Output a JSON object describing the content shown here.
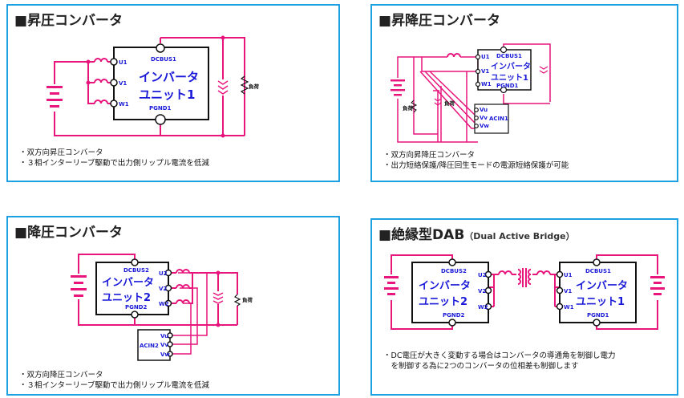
{
  "panels": [
    {
      "title": "昇圧コンバータ",
      "notes": [
        "・双方向昇圧コンバータ",
        "・３相インターリーブ駆動で出力側リップル電流を低減"
      ],
      "unit": {
        "line1": "インバータ",
        "line2": "ユニット1"
      },
      "pins": {
        "top": "DCBUS1",
        "bottom": "PGND1",
        "u": "U1",
        "v": "V1",
        "w": "W1"
      },
      "load": "負荷"
    },
    {
      "title": "昇降圧コンバータ",
      "notes": [
        "・双方向昇降圧コンバータ",
        "・出力短絡保護/降圧回生モードの電源短絡保護が可能"
      ],
      "unit": {
        "line1": "インバータ",
        "line2": "ユニット1"
      },
      "pins": {
        "top": "DCBUS1",
        "bottom": "PGND1",
        "u": "U1",
        "v": "V1",
        "w": "W1"
      },
      "acin": {
        "label": "ACIN1",
        "u": "Vu",
        "v": "Vv",
        "w": "Vw"
      },
      "load_left": "負荷",
      "load_right": "負荷"
    },
    {
      "title": "降圧コンバータ",
      "notes": [
        "・双方向降圧コンバータ",
        "・３相インターリーブ駆動で出力側リップル電流を低減"
      ],
      "unit": {
        "line1": "インバータ",
        "line2": "ユニット2"
      },
      "pins": {
        "top": "DCBUS2",
        "bottom": "PGND2",
        "u": "U2",
        "v": "V2",
        "w": "W2"
      },
      "acin": {
        "label": "ACIN2",
        "u": "Vu",
        "v": "Vv",
        "w": "Vw"
      },
      "load": "負荷"
    },
    {
      "title": "絶縁型DAB",
      "subtitle": "（Dual Active Bridge）",
      "notes": [
        "・DC電圧が大きく変動する場合はコンバータの導通角を制御し電力",
        "　を制御する為に2つのコンバータの位相差も制御します"
      ],
      "unit_left": {
        "line1": "インバータ",
        "line2": "ユニット2"
      },
      "pins_left": {
        "top": "DCBUS2",
        "bottom": "PGND2",
        "u": "U2",
        "v": "V2",
        "w": "W2"
      },
      "unit_right": {
        "line1": "インバータ",
        "line2": "ユニット1"
      },
      "pins_right": {
        "top": "DCBUS1",
        "bottom": "PGND1",
        "u": "U1",
        "v": "V1",
        "w": "W1"
      }
    }
  ],
  "colors": {
    "border": "#1da1e3",
    "wire": "#e8157d",
    "label": "#1a1ad8"
  }
}
